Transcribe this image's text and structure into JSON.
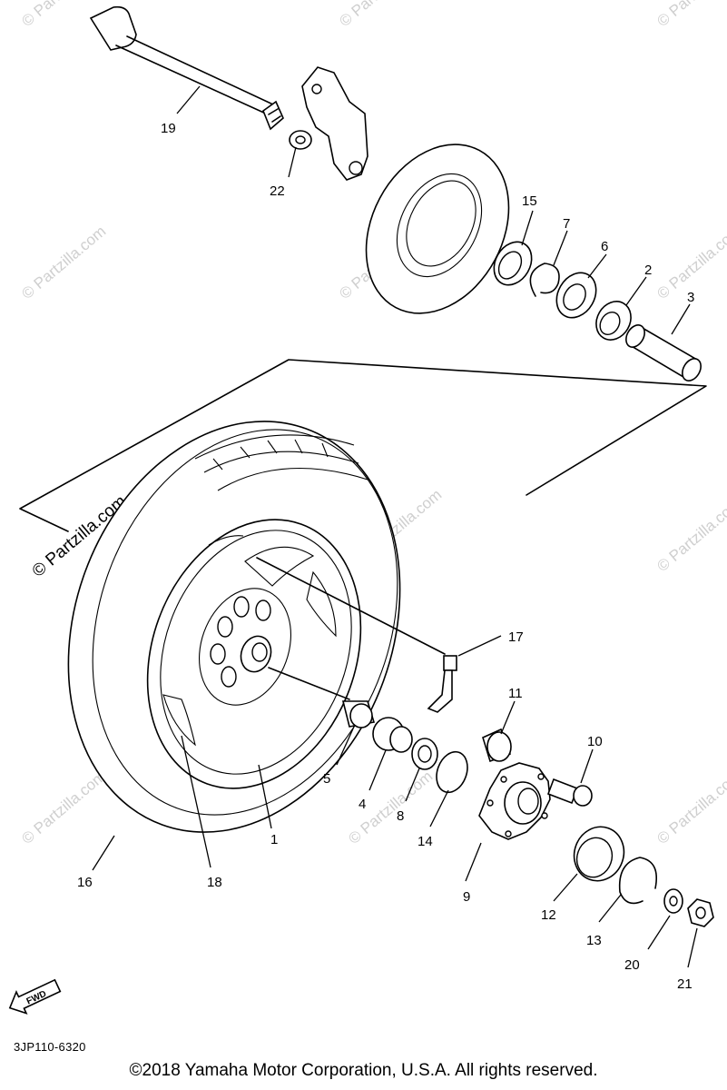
{
  "diagram": {
    "part_code": "3JP110-6320",
    "copyright": "©2018 Yamaha Motor Corporation, U.S.A. All rights reserved.",
    "fwd_label": "FWD",
    "watermark": "© Partzilla.com",
    "callouts": {
      "n1": "1",
      "n2": "2",
      "n3": "3",
      "n4": "4",
      "n5": "5",
      "n6": "6",
      "n7": "7",
      "n8": "8",
      "n9": "9",
      "n10": "10",
      "n11": "11",
      "n12": "12",
      "n13": "13",
      "n14": "14",
      "n15": "15",
      "n16": "16",
      "n17": "17",
      "n18": "18",
      "n19": "19",
      "n20": "20",
      "n21": "21",
      "n22": "22"
    }
  }
}
